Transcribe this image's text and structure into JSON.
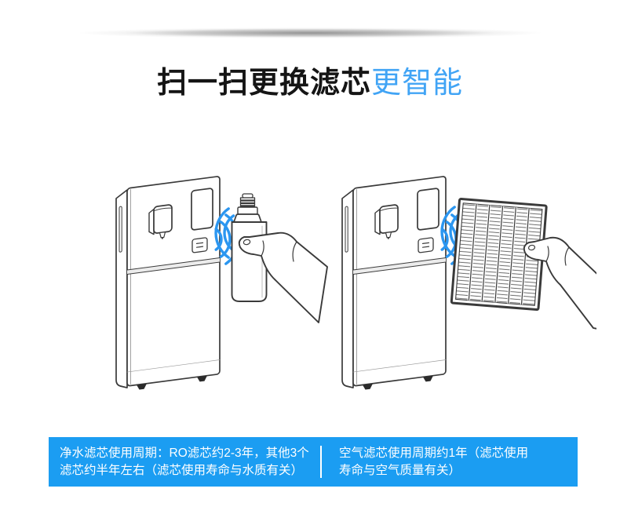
{
  "colors": {
    "accent_blue": "#41a4f5",
    "bar_blue": "#1b9df2",
    "signal_blue": "#2b96f0",
    "line_art": "#3a3a3a",
    "title_black": "#151515"
  },
  "title": {
    "black_part": "扫一扫更换滤芯",
    "blue_part": "更智能"
  },
  "icons": {
    "machine-icon": "line-art water/air purifier appliance with dispenser, display panel and NFC tag",
    "signal-waves-icon": "three blue wireless signal arcs",
    "water-filter-cartridge-icon": "cylindrical water filter cartridge with threaded cap",
    "air-filter-panel-icon": "square pleated air filter panel",
    "hand-icon": "hand holding the filter"
  },
  "bottom_bar": {
    "left_lines": [
      "净水滤芯使用周期：RO滤芯约2-3年，其他3个",
      "滤芯约半年左右（滤芯使用寿命与水质有关）"
    ],
    "right_lines": [
      "空气滤芯使用周期约1年（滤芯使用",
      "寿命与空气质量有关）"
    ]
  }
}
